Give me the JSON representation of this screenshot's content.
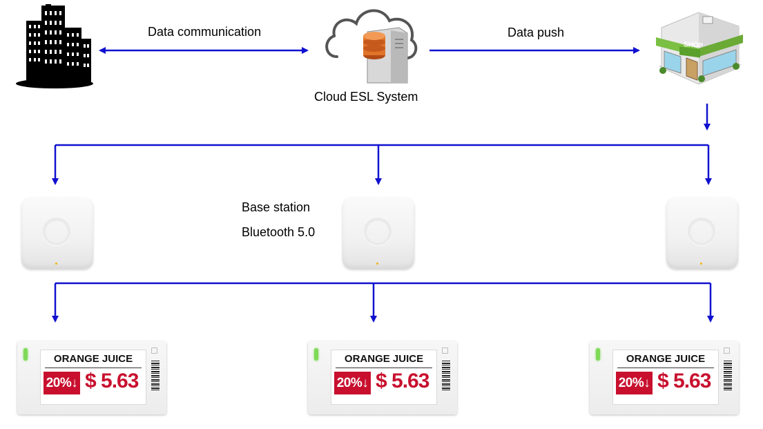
{
  "labels": {
    "data_communication": "Data communication",
    "data_push": "Data push",
    "cloud_system": "Cloud ESL System",
    "base_station": "Base station",
    "bluetooth": "Bluetooth 5.0"
  },
  "esl_tags": [
    {
      "product": "ORANGE JUICE",
      "discount": "20%↓",
      "price": "$ 5.63"
    },
    {
      "product": "ORANGE JUICE",
      "discount": "20%↓",
      "price": "$ 5.63"
    },
    {
      "product": "ORANGE JUICE",
      "discount": "20%↓",
      "price": "$ 5.63"
    }
  ],
  "icons": {
    "headquarters": "office-buildings-icon",
    "cloud": "cloud-server-icon",
    "shop": "shop-icon",
    "station": "base-station-icon"
  },
  "shop_sign": "SHOP",
  "colors": {
    "connector": "#1010d0",
    "price_red": "#c8102e",
    "esl_led": "#7ed957"
  }
}
